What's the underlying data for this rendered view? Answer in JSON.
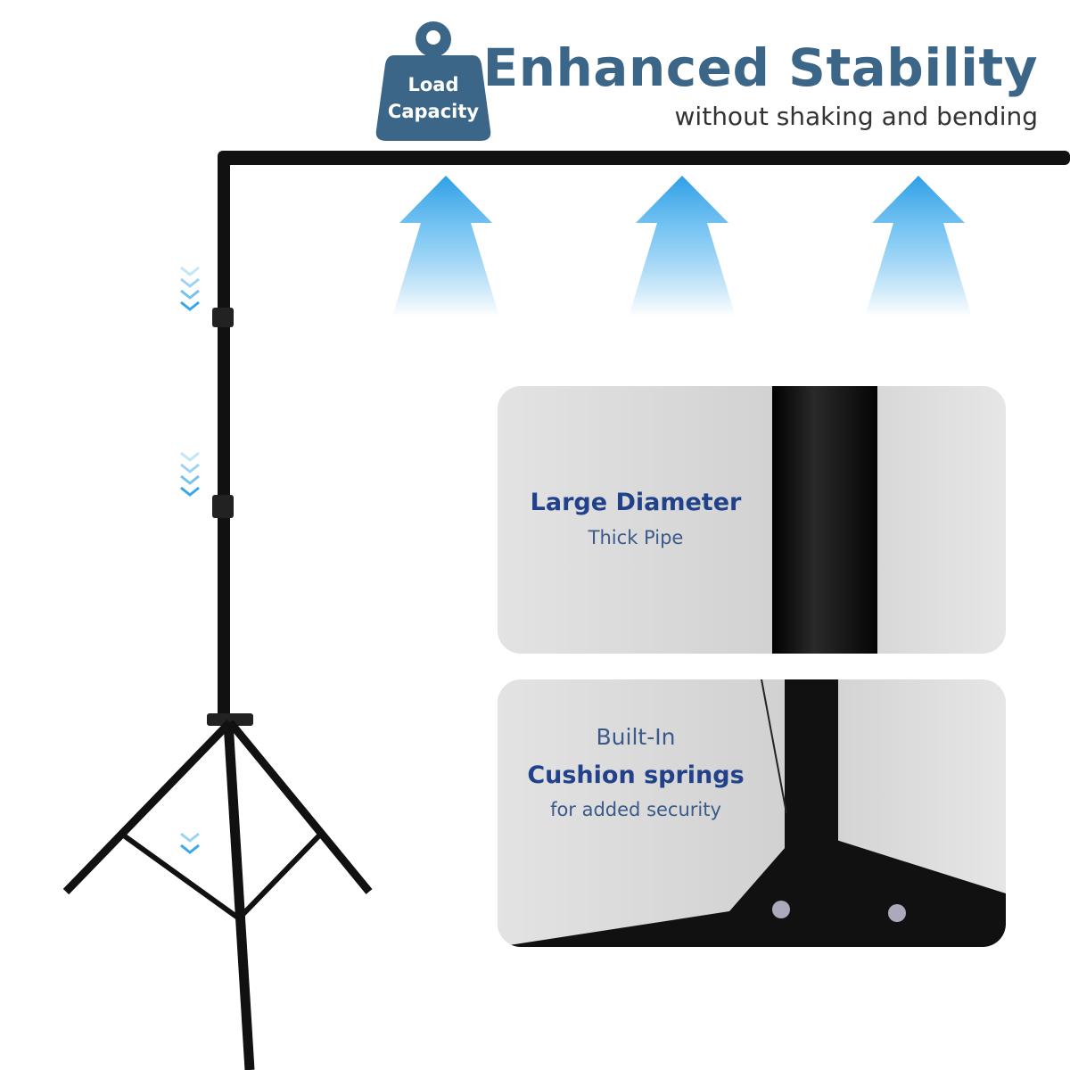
{
  "badge": {
    "line1": "Load",
    "line2": "Capacity",
    "color": "#3b6688"
  },
  "header": {
    "title": "Enhanced Stability",
    "subtitle": "without shaking and bending"
  },
  "card_pipe": {
    "title": "Large Diameter",
    "subtitle": "Thick Pipe"
  },
  "card_springs": {
    "line1": "Built-In",
    "title": "Cushion springs",
    "subtitle": "for added security"
  },
  "colors": {
    "accent": "#3b6688",
    "arrow": "#3aa6e8",
    "card_text": "#21418a"
  }
}
